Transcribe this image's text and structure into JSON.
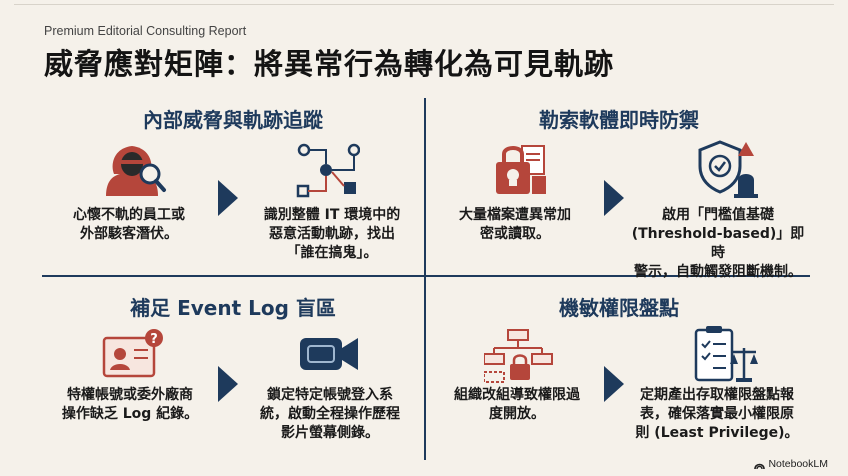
{
  "report_label": "Premium Editorial Consulting Report",
  "title": "威脅應對矩陣：將異常行為轉化為可見軌跡",
  "quadrants": [
    {
      "title": "內部威脅與軌跡追蹤",
      "left_caption": "心懷不軌的員工或\n外部駭客潛伏。",
      "right_caption": "識別整體 IT 環境中的\n惡意活動軌跡，找出\n「誰在搞鬼」。",
      "left_icon": "hooded-hacker-magnifier-icon",
      "right_icon": "activity-flow-icon"
    },
    {
      "title": "勒索軟體即時防禦",
      "left_caption": "大量檔案遭異常加\n密或讀取。",
      "right_caption": "啟用「門檻值基礎\n(Threshold-based)」即時\n警示，自動觸發阻斷機制。",
      "left_icon": "locked-files-icon",
      "right_icon": "shield-alarm-icon"
    },
    {
      "title": "補足 Event Log 盲區",
      "left_caption": "特權帳號或委外廠商\n操作缺乏 Log 紀錄。",
      "right_caption": "鎖定特定帳號登入系\n統，啟動全程操作歷程\n影片螢幕側錄。",
      "left_icon": "profile-question-icon",
      "right_icon": "video-camera-icon"
    },
    {
      "title": "機敏權限盤點",
      "left_caption": "組織改組導致權限過\n度開放。",
      "right_caption": "定期產出存取權限盤點報\n表，確保落實最小權限原\n則 (Least Privilege)。",
      "left_icon": "org-chart-lock-icon",
      "right_icon": "checklist-scale-icon"
    }
  ],
  "brand": "NotebookLM",
  "colors": {
    "navy": "#1e3a5c",
    "red": "#b5463b",
    "background": "#f5f1ea"
  }
}
